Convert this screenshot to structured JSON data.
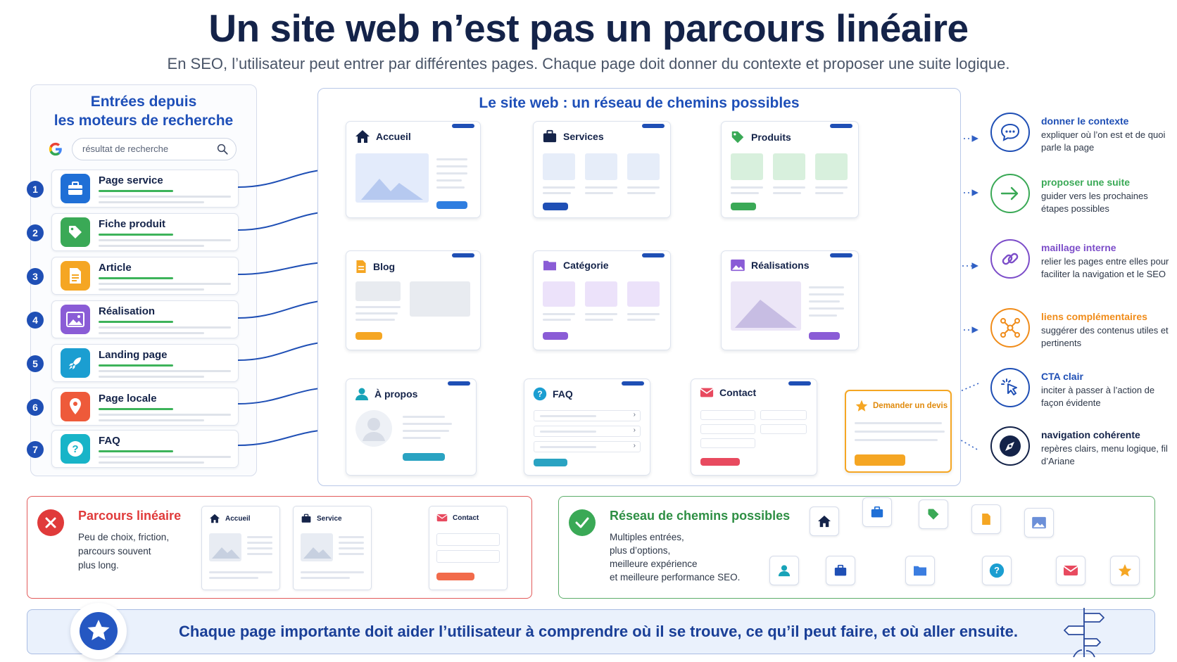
{
  "title": "Un site web n’est pas un parcours linéaire",
  "subtitle": "En SEO, l’utilisateur peut entrer par différentes pages. Chaque page doit donner du contexte et proposer une suite logique.",
  "left_panel": {
    "title_line1": "Entrées depuis",
    "title_line2": "les moteurs de recherche",
    "search_placeholder": "résultat de recherche",
    "entries": [
      {
        "num": "1",
        "label": "Page service",
        "icon": "briefcase-icon",
        "color": "#1f6fd6"
      },
      {
        "num": "2",
        "label": "Fiche produit",
        "icon": "tag-icon",
        "color": "#3aa956"
      },
      {
        "num": "3",
        "label": "Article",
        "icon": "document-icon",
        "color": "#f5a623"
      },
      {
        "num": "4",
        "label": "Réalisation",
        "icon": "image-icon",
        "color": "#8a5cd6"
      },
      {
        "num": "5",
        "label": "Landing page",
        "icon": "rocket-icon",
        "color": "#1b9ed1"
      },
      {
        "num": "6",
        "label": "Page locale",
        "icon": "location-pin-icon",
        "color": "#ee5a3a"
      },
      {
        "num": "7",
        "label": "FAQ",
        "icon": "question-icon",
        "color": "#18b4c8"
      }
    ]
  },
  "network": {
    "title": "Le site web : un réseau de chemins possibles",
    "cards": {
      "accueil": "Accueil",
      "services": "Services",
      "produits": "Produits",
      "blog": "Blog",
      "categorie": "Catégorie",
      "realisations": "Réalisations",
      "apropos": "À propos",
      "faq": "FAQ",
      "contact": "Contact",
      "devis": "Demander un devis"
    }
  },
  "benefits": [
    {
      "title": "donner le contexte",
      "desc": "expliquer où l’on est et de quoi parle la page",
      "color": "#1f4fb5",
      "icon": "chat-bubble-icon"
    },
    {
      "title": "proposer une suite",
      "desc": "guider vers les prochaines étapes possibles",
      "color": "#3aa956",
      "icon": "arrow-right-icon"
    },
    {
      "title": "maillage interne",
      "desc": "relier les pages entre elles pour faciliter la navigation et le SEO",
      "color": "#7c4dc9",
      "icon": "link-icon"
    },
    {
      "title": "liens complémentaires",
      "desc": "suggérer des contenus utiles et pertinents",
      "color": "#f08c1a",
      "icon": "network-nodes-icon"
    },
    {
      "title": "CTA clair",
      "desc": "inciter à passer à l’action de façon évidente",
      "color": "#1f4fb5",
      "icon": "click-cursor-icon"
    },
    {
      "title": "navigation cohérente",
      "desc": "repères clairs, menu logique, fil d’Ariane",
      "color": "#142349",
      "icon": "compass-icon"
    }
  ],
  "linear": {
    "title": "Parcours linéaire",
    "desc_lines": [
      "Peu de choix, friction,",
      "parcours souvent",
      "plus long."
    ],
    "steps": [
      "Accueil",
      "Service",
      "Contact"
    ]
  },
  "network_paths": {
    "title": "Réseau de chemins possibles",
    "desc_lines": [
      "Multiples entrées,",
      "plus d’options,",
      "meilleure expérience",
      "et meilleure performance SEO."
    ]
  },
  "footer": "Chaque page importante doit aider l’utilisateur à comprendre où il se trouve, ce qu’il peut faire, et où aller ensuite.",
  "colors": {
    "navy": "#142349",
    "blue": "#1f4fb5",
    "green": "#3aa956",
    "red": "#e25a5a",
    "orange": "#f5a623"
  }
}
